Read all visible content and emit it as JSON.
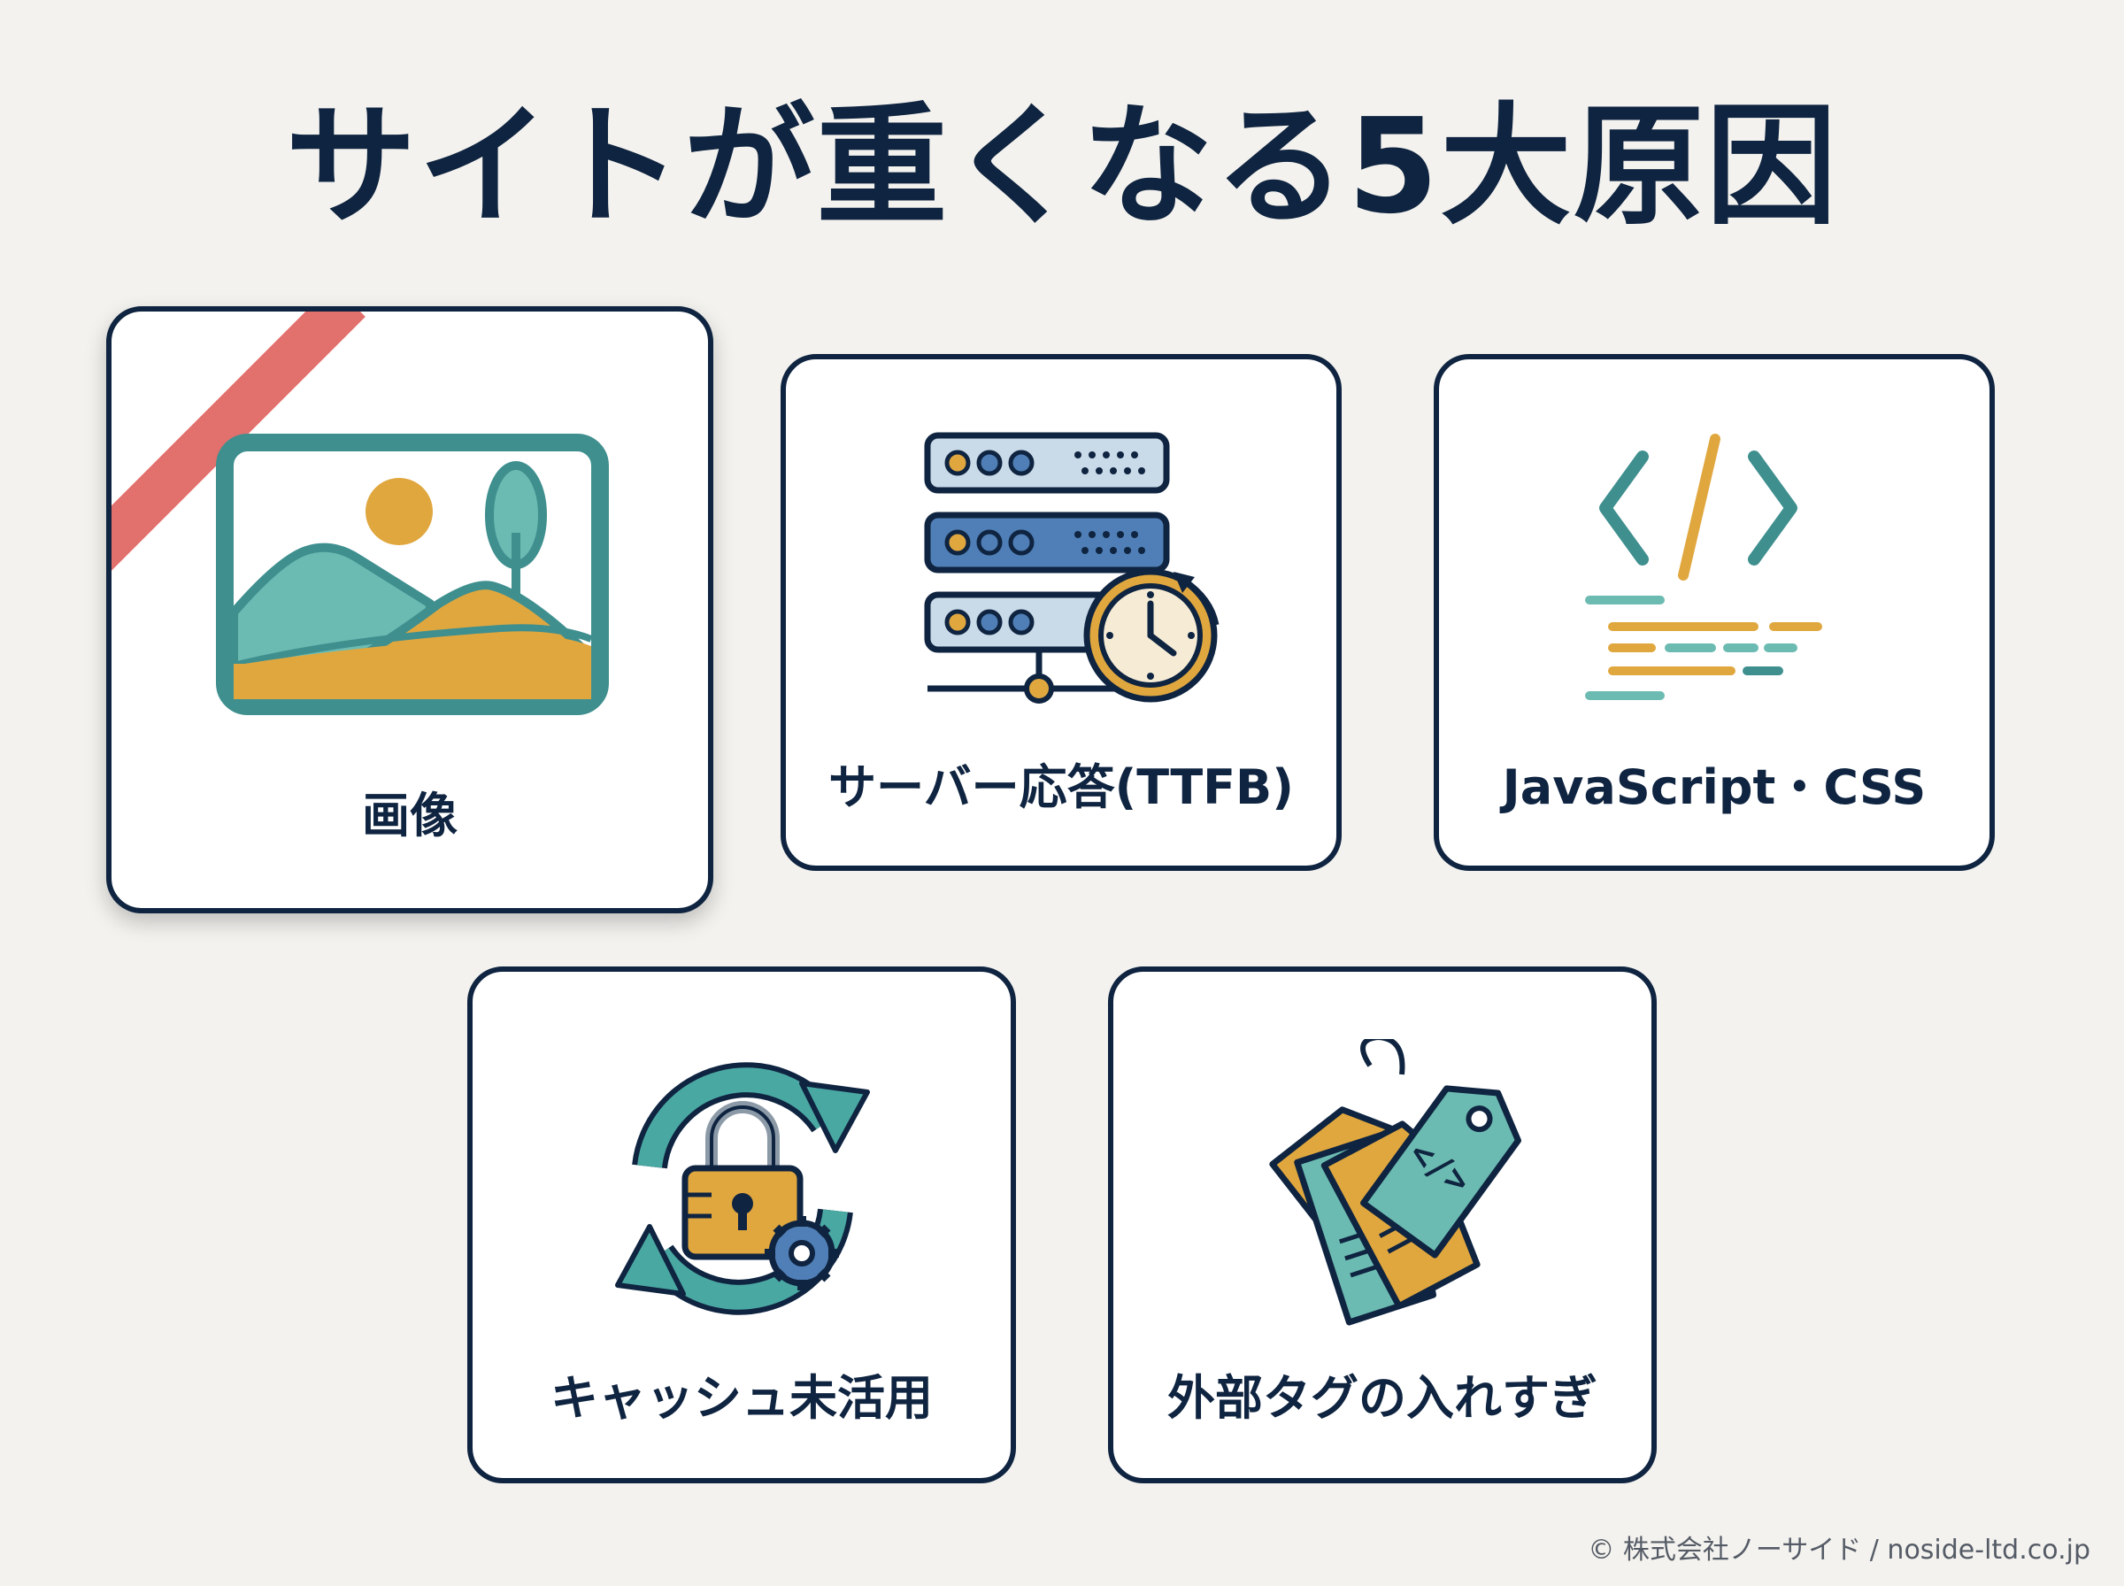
{
  "title": "サイトが重くなる5大原因",
  "cards": [
    {
      "label": "画像",
      "icon": "image-icon"
    },
    {
      "label": "サーバー応答(TTFB)",
      "icon": "server-clock-icon"
    },
    {
      "label": "JavaScript・CSS",
      "icon": "code-icon"
    },
    {
      "label": "キャッシュ未活用",
      "icon": "cache-lock-icon"
    },
    {
      "label": "外部タグの入れすぎ",
      "icon": "tags-icon"
    }
  ],
  "footer": "© 株式会社ノーサイド / noside-ltd.co.jp",
  "colors": {
    "navy": "#0f2440",
    "teal": "#4aa8a3",
    "mustard": "#e0a73f",
    "blue": "#4f7fb6",
    "ribbon": "#e2706c",
    "background": "#f3f2ee"
  }
}
